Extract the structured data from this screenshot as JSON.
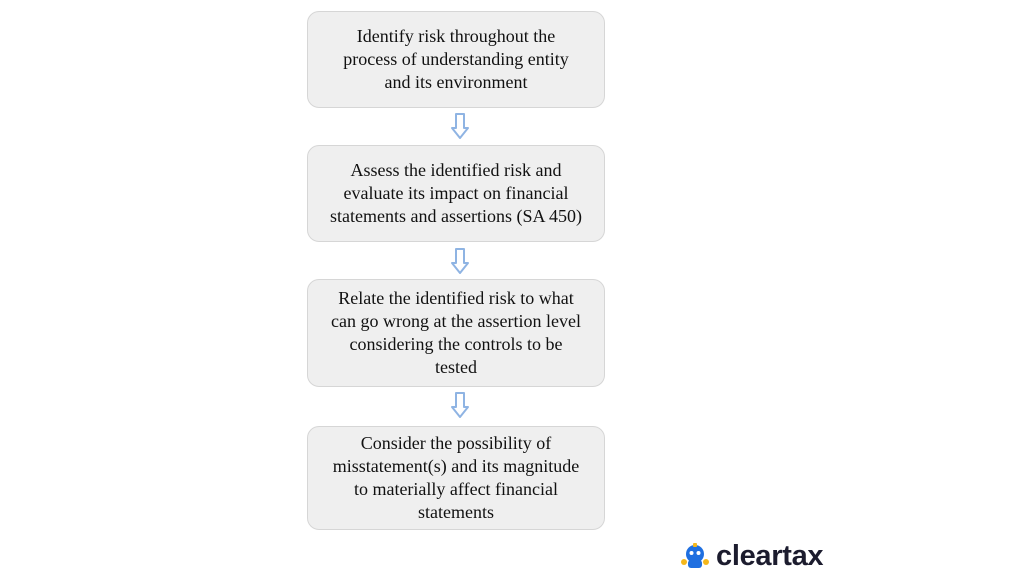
{
  "flowchart": {
    "steps": [
      {
        "text": "Identify risk throughout the\nprocess of understanding entity\nand its environment"
      },
      {
        "text": "Assess the identified risk and\nevaluate its impact on financial\nstatements and assertions (SA 450)"
      },
      {
        "text": "Relate the identified risk to what\ncan go wrong at the assertion level\nconsidering the controls to be\ntested"
      },
      {
        "text": "Consider the possibility  of\nmisstatement(s) and its magnitude\nto materially affect financial\nstatements"
      }
    ]
  },
  "brand": {
    "logo_text": "cleartax",
    "colors": {
      "arrow_outline": "#8fb4e3",
      "box_fill": "#efefef",
      "logo_blue": "#1f6fe0",
      "logo_yellow": "#f5b81c"
    }
  }
}
